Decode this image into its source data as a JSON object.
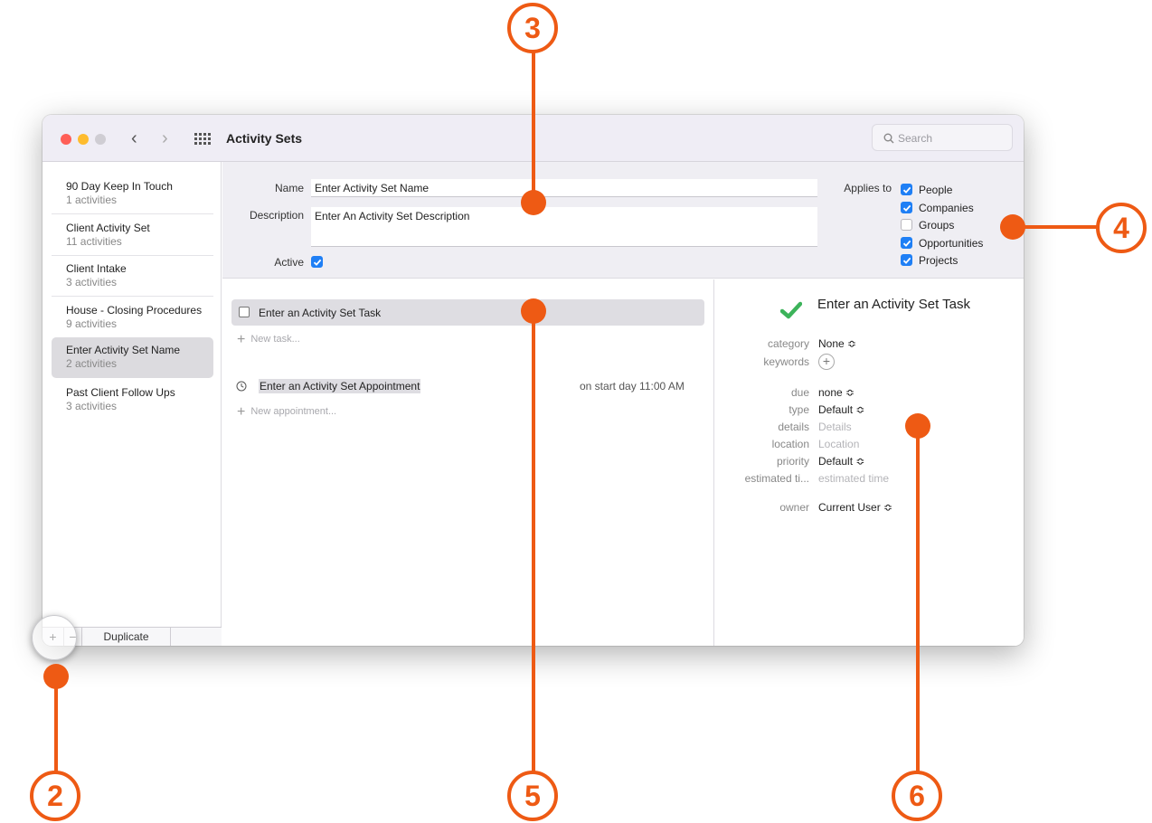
{
  "window": {
    "title": "Activity Sets"
  },
  "search": {
    "placeholder": "Search"
  },
  "sidebar": {
    "items": [
      {
        "name": "90 Day Keep In Touch",
        "count": "1 activities"
      },
      {
        "name": "Client Activity Set",
        "count": "11 activities"
      },
      {
        "name": "Client Intake",
        "count": "3 activities"
      },
      {
        "name": "House - Closing Procedures",
        "count": "9 activities"
      },
      {
        "name": "Enter Activity Set Name",
        "count": "2 activities"
      },
      {
        "name": "Past Client Follow Ups",
        "count": "3 activities"
      }
    ],
    "selected_index": 4,
    "add_label": "+",
    "remove_label": "−",
    "duplicate_label": "Duplicate"
  },
  "form": {
    "name_label": "Name",
    "name_value": "Enter Activity Set Name",
    "description_label": "Description",
    "description_value": "Enter An Activity Set Description",
    "active_label": "Active",
    "active_checked": true,
    "applies_to_label": "Applies to",
    "applies_to": [
      {
        "label": "People",
        "checked": true
      },
      {
        "label": "Companies",
        "checked": true
      },
      {
        "label": "Groups",
        "checked": false
      },
      {
        "label": "Opportunities",
        "checked": true
      },
      {
        "label": "Projects",
        "checked": true
      }
    ]
  },
  "tasks": {
    "task_name": "Enter an Activity Set Task",
    "new_task_placeholder": "New task...",
    "appointment_name": "Enter an Activity Set Appointment",
    "appointment_time": "on start day 11:00 AM",
    "new_appointment_placeholder": "New appointment..."
  },
  "detail": {
    "title": "Enter an Activity Set Task",
    "category_label": "category",
    "category_value": "None ≎",
    "keywords_label": "keywords",
    "keywords_add": "+",
    "due_label": "due",
    "due_value": "none ≎",
    "type_label": "type",
    "type_value": "Default ≎",
    "details_label": "details",
    "details_placeholder": "Details",
    "location_label": "location",
    "location_placeholder": "Location",
    "priority_label": "priority",
    "priority_value": "Default ≎",
    "estimated_label": "estimated ti...",
    "estimated_placeholder": "estimated time",
    "owner_label": "owner",
    "owner_value": "Current User ≎"
  },
  "callouts": {
    "n2": "2",
    "n3": "3",
    "n4": "4",
    "n5": "5",
    "n6": "6"
  },
  "colors": {
    "callout": "#ee5a14",
    "checkbox": "#1f7ff5",
    "check_green": "#3cb35a"
  }
}
